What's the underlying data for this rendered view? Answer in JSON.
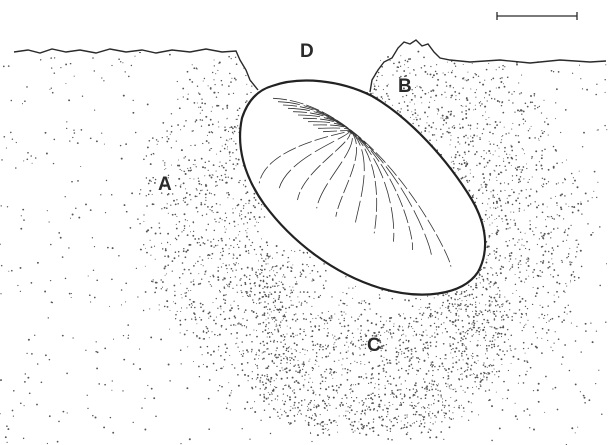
{
  "figure": {
    "labels": {
      "a": "A",
      "b": "B",
      "c": "C",
      "d": "D"
    },
    "colors": {
      "ink": "#2a2a2a",
      "stipple": "#555555",
      "background": "#ffffff"
    }
  }
}
